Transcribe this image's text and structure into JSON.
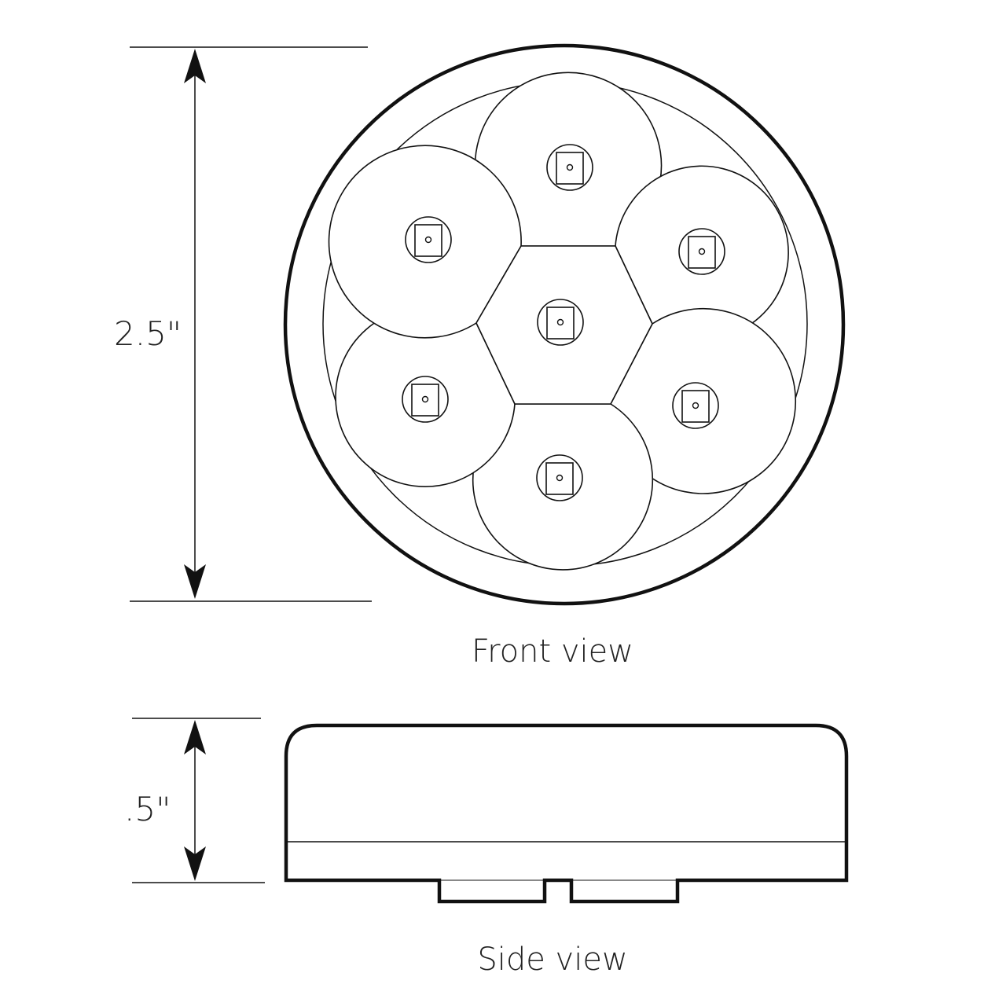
{
  "front_view": {
    "caption": "Front view",
    "height_dimension": "2.5\"",
    "led_count": 7
  },
  "side_view": {
    "caption": "Side view",
    "depth_dimension": ".5\""
  },
  "colors": {
    "line": "#111111",
    "background": "#ffffff"
  }
}
